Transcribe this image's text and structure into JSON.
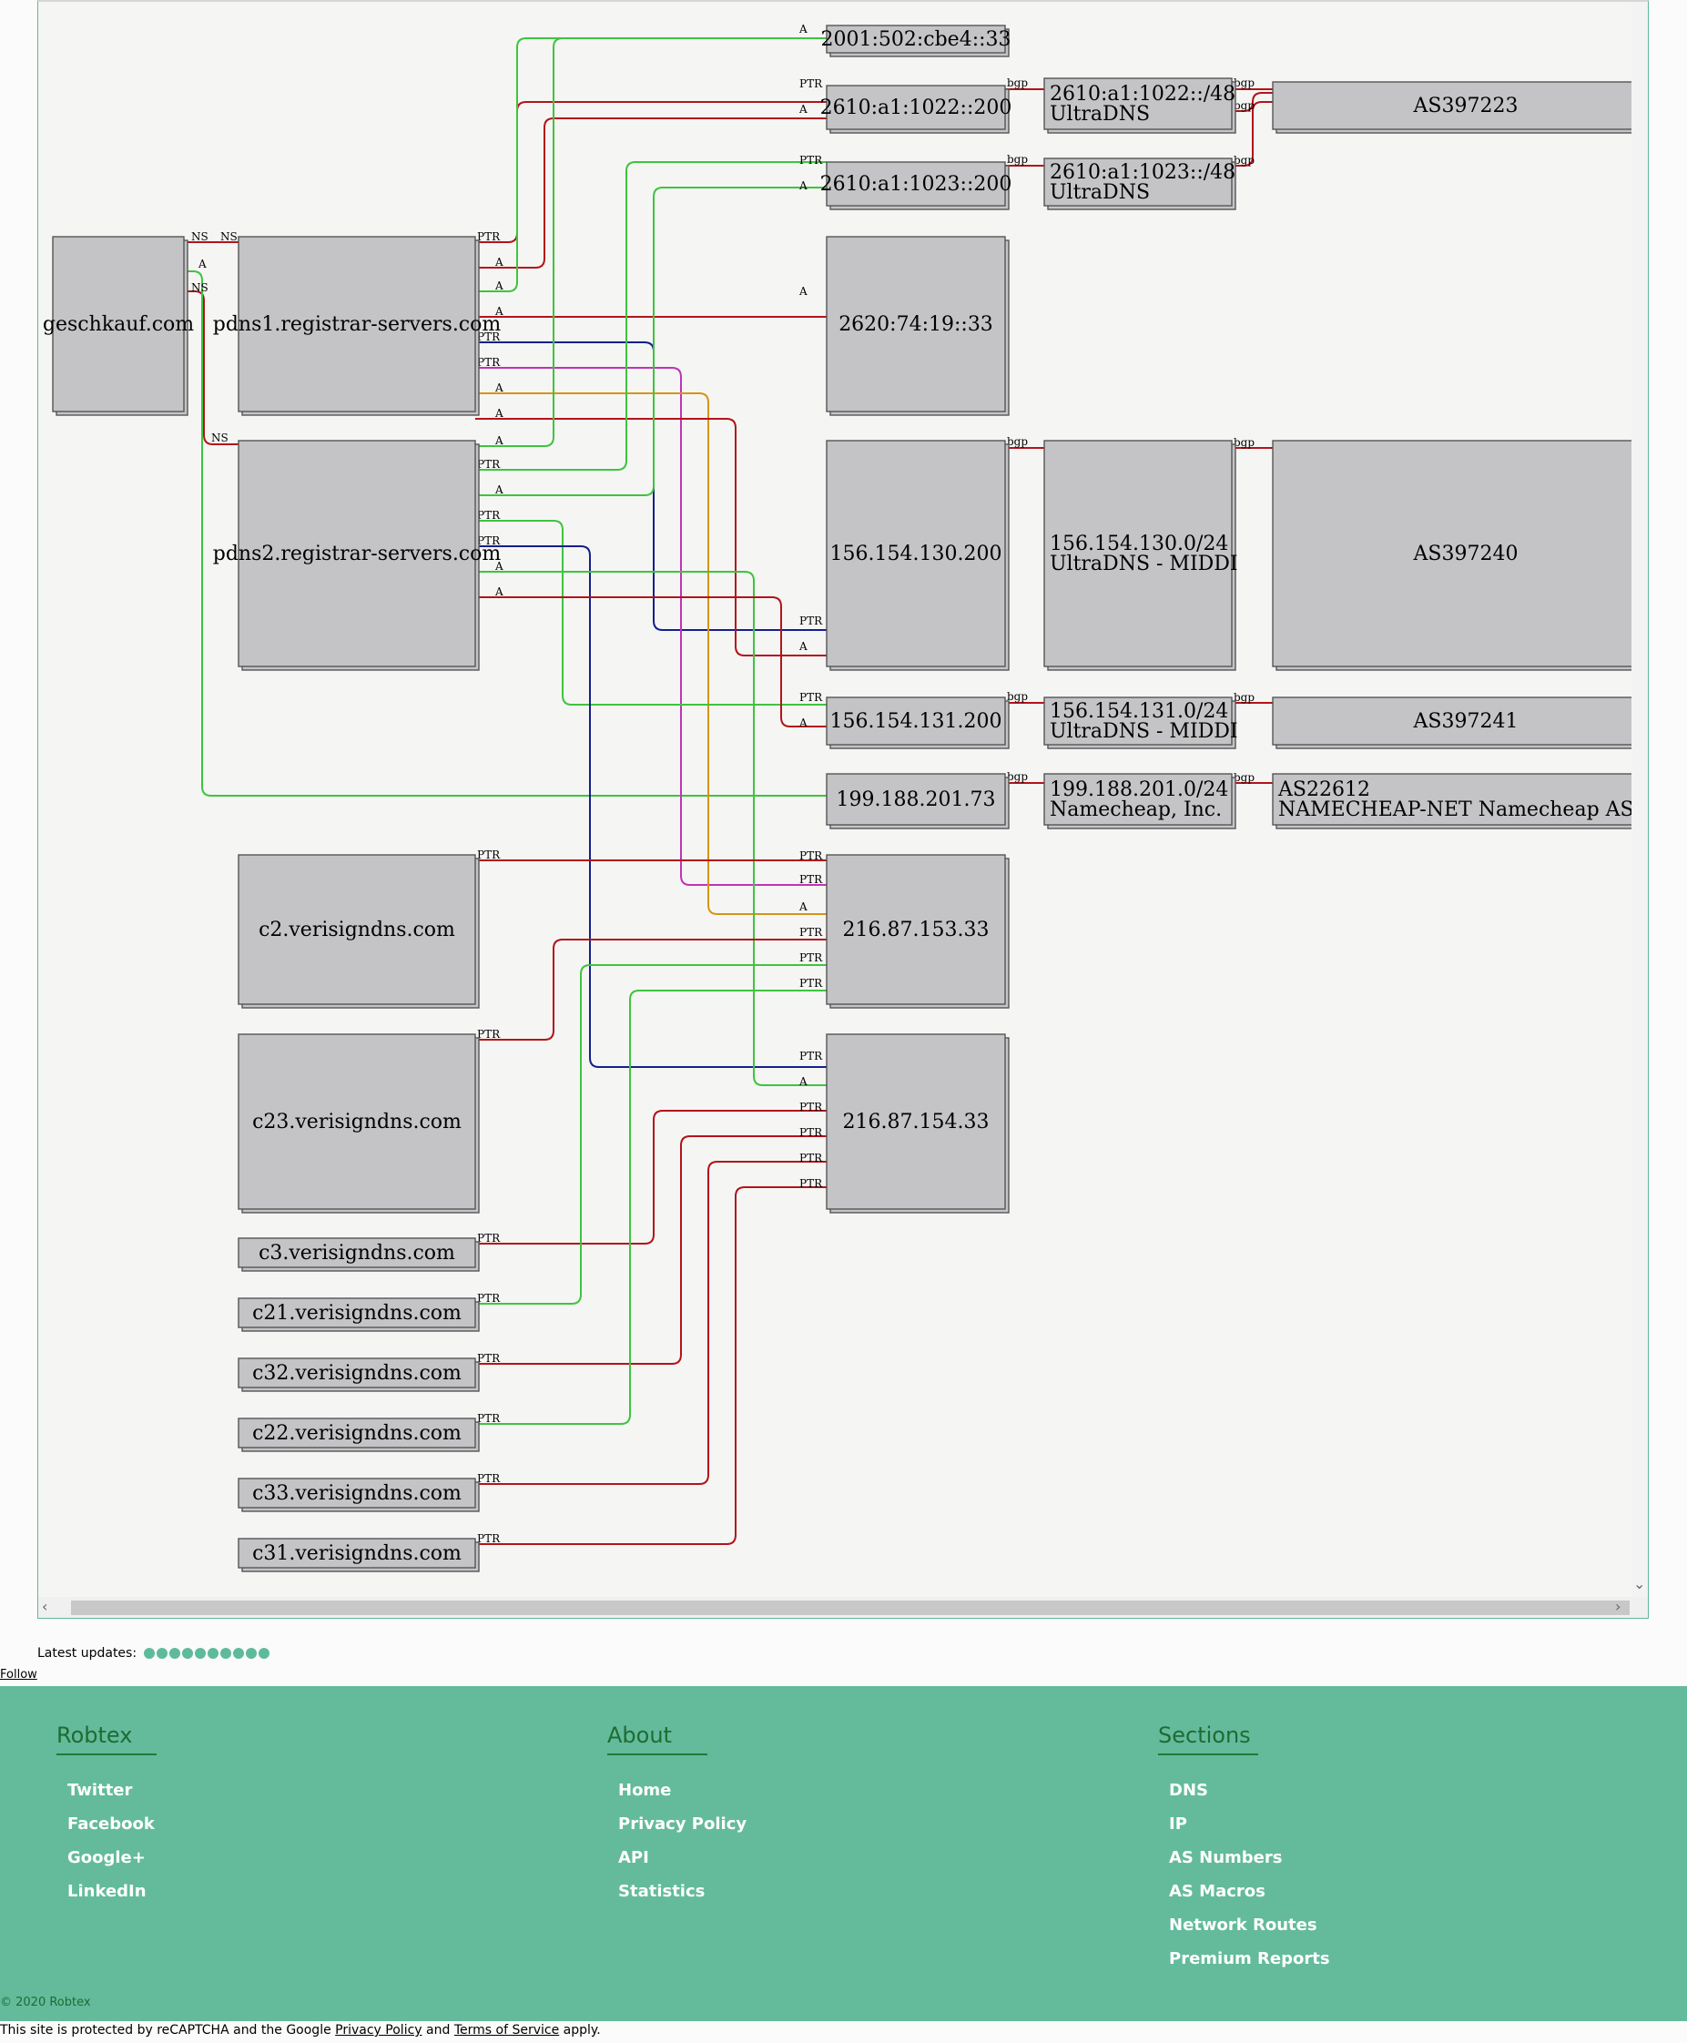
{
  "colors": {
    "red": "#b3131a",
    "green": "#3ec43e",
    "navy": "#141f8c",
    "magenta": "#c032b8",
    "orange": "#d69415",
    "node_fill": "#c4c3c6",
    "accent": "#63bb9c"
  },
  "diagram": {
    "nodes": {
      "geschkauf": "geschkauf.com",
      "pdns1": "pdns1.registrar-servers.com",
      "pdns2": "pdns2.registrar-servers.com",
      "c2": "c2.verisigndns.com",
      "c23": "c23.verisigndns.com",
      "c3": "c3.verisigndns.com",
      "c21": "c21.verisigndns.com",
      "c32": "c32.verisigndns.com",
      "c22": "c22.verisigndns.com",
      "c33": "c33.verisigndns.com",
      "c31": "c31.verisigndns.com",
      "ip_2001": "2001:502:cbe4::33",
      "ip_2610_1022": "2610:a1:1022::200",
      "ip_2610_1023": "2610:a1:1023::200",
      "ip_2620": "2620:74:19::33",
      "ip_156_130": "156.154.130.200",
      "ip_156_131": "156.154.131.200",
      "ip_199": "199.188.201.73",
      "ip_216_153": "216.87.153.33",
      "ip_216_154": "216.87.154.33",
      "net_1022": [
        "2610:a1:1022::/48",
        "UltraDNS"
      ],
      "net_1023": [
        "2610:a1:1023::/48",
        "UltraDNS"
      ],
      "net_156_130": [
        "156.154.130.0/24",
        "UltraDNS - MIDDI"
      ],
      "net_156_131": [
        "156.154.131.0/24",
        "UltraDNS - MIDDI"
      ],
      "net_199": [
        "199.188.201.0/24",
        "Namecheap, Inc."
      ],
      "as_397223": "AS397223",
      "as_397240": "AS397240",
      "as_397241": "AS397241",
      "as_22612": [
        "AS22612",
        "NAMECHEAP-NET Namecheap ASN"
      ]
    },
    "edge_types": [
      "NS",
      "A",
      "PTR",
      "bgp"
    ]
  },
  "latest": {
    "label": "Latest updates:",
    "dot_count": 10
  },
  "follow_label": "Follow",
  "footer": {
    "columns": [
      {
        "title": "Robtex",
        "items": [
          "Twitter",
          "Facebook",
          "Google+",
          "LinkedIn"
        ]
      },
      {
        "title": "About",
        "items": [
          "Home",
          "Privacy Policy",
          "API",
          "Statistics"
        ]
      },
      {
        "title": "Sections",
        "items": [
          "DNS",
          "IP",
          "AS Numbers",
          "AS Macros",
          "Network Routes",
          "Premium Reports"
        ]
      }
    ],
    "copyright": "© 2020 Robtex",
    "recaptcha": {
      "prefix": "This site is protected by reCAPTCHA and the Google",
      "privacy": "Privacy Policy",
      "and": "and",
      "terms": "Terms of Service",
      "suffix": "apply."
    }
  }
}
